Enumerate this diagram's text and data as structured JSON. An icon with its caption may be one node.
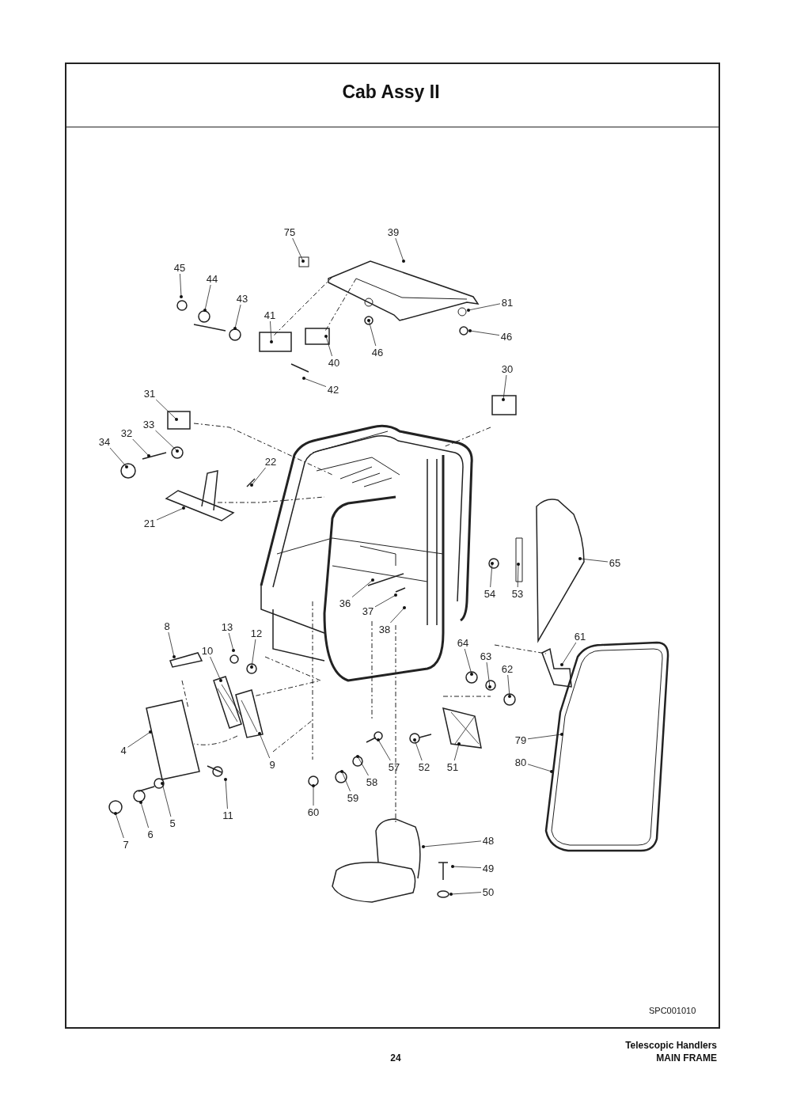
{
  "diagram": {
    "title": "Cab Assy II",
    "nodes": [
      {
        "text": [
          "75"
        ]
      },
      {
        "text": [
          "39"
        ]
      },
      {
        "text": [
          "45"
        ]
      },
      {
        "text": [
          "44"
        ]
      },
      {
        "text": [
          "43"
        ]
      },
      {
        "text": [
          "41"
        ]
      },
      {
        "text": [
          "81"
        ]
      },
      {
        "text": [
          "46"
        ]
      },
      {
        "text": [
          "46"
        ]
      },
      {
        "text": [
          "40"
        ]
      },
      {
        "text": [
          "42"
        ]
      },
      {
        "text": [
          "30"
        ]
      },
      {
        "text": [
          "31"
        ]
      },
      {
        "text": [
          "33"
        ]
      },
      {
        "text": [
          "32"
        ]
      },
      {
        "text": [
          "34"
        ]
      },
      {
        "text": [
          "22"
        ]
      },
      {
        "text": [
          "21"
        ]
      },
      {
        "text": [
          "65"
        ]
      },
      {
        "text": [
          "54"
        ]
      },
      {
        "text": [
          "53"
        ]
      },
      {
        "text": [
          "36"
        ]
      },
      {
        "text": [
          "37"
        ]
      },
      {
        "text": [
          "38"
        ]
      },
      {
        "text": [
          "8"
        ]
      },
      {
        "text": [
          "13"
        ]
      },
      {
        "text": [
          "12"
        ]
      },
      {
        "text": [
          "61"
        ]
      },
      {
        "text": [
          "64"
        ]
      },
      {
        "text": [
          "63"
        ]
      },
      {
        "text": [
          "62"
        ]
      },
      {
        "text": [
          "10"
        ]
      },
      {
        "text": [
          "4"
        ]
      },
      {
        "text": [
          "9"
        ]
      },
      {
        "text": [
          "79"
        ]
      },
      {
        "text": [
          "80"
        ]
      },
      {
        "text": [
          "52"
        ]
      },
      {
        "text": [
          "51"
        ]
      },
      {
        "text": [
          "57"
        ]
      },
      {
        "text": [
          "58"
        ]
      },
      {
        "text": [
          "59"
        ]
      },
      {
        "text": [
          "60"
        ]
      },
      {
        "text": [
          "11"
        ]
      },
      {
        "text": [
          "5"
        ]
      },
      {
        "text": [
          "6"
        ]
      },
      {
        "text": [
          "7"
        ]
      },
      {
        "text": [
          "48"
        ]
      },
      {
        "text": [
          "49"
        ]
      },
      {
        "text": [
          "50"
        ]
      }
    ],
    "edges": [
      {
        "from": 0,
        "to": null,
        "arrow": "other"
      },
      {
        "from": 1,
        "to": null,
        "arrow": "other"
      },
      {
        "from": 2,
        "to": null,
        "arrow": "other"
      },
      {
        "from": 3,
        "to": null,
        "arrow": "other"
      },
      {
        "from": 4,
        "to": null,
        "arrow": "other"
      },
      {
        "from": 5,
        "to": null,
        "arrow": "other"
      },
      {
        "from": 6,
        "to": null,
        "arrow": "other"
      },
      {
        "from": 7,
        "to": null,
        "arrow": "other"
      },
      {
        "from": 8,
        "to": null,
        "arrow": "other"
      },
      {
        "from": 9,
        "to": null,
        "arrow": "other"
      },
      {
        "from": 10,
        "to": null,
        "arrow": "other"
      },
      {
        "from": 11,
        "to": null,
        "arrow": "other"
      },
      {
        "from": 12,
        "to": null,
        "arrow": "other"
      },
      {
        "from": 13,
        "to": null,
        "arrow": "other"
      },
      {
        "from": 14,
        "to": null,
        "arrow": "other"
      },
      {
        "from": 15,
        "to": null,
        "arrow": "other"
      },
      {
        "from": 16,
        "to": null,
        "arrow": "other"
      },
      {
        "from": 17,
        "to": null,
        "arrow": "other"
      },
      {
        "from": 18,
        "to": null,
        "arrow": "other"
      },
      {
        "from": 19,
        "to": null,
        "arrow": "other"
      },
      {
        "from": 20,
        "to": null,
        "arrow": "other"
      },
      {
        "from": 21,
        "to": null,
        "arrow": "other"
      },
      {
        "from": 22,
        "to": null,
        "arrow": "other"
      },
      {
        "from": 23,
        "to": null,
        "arrow": "other"
      },
      {
        "from": 24,
        "to": null,
        "arrow": "other"
      },
      {
        "from": 25,
        "to": null,
        "arrow": "other"
      },
      {
        "from": 26,
        "to": null,
        "arrow": "other"
      },
      {
        "from": 27,
        "to": null,
        "arrow": "other"
      },
      {
        "from": 28,
        "to": null,
        "arrow": "other"
      },
      {
        "from": 29,
        "to": null,
        "arrow": "other"
      },
      {
        "from": 30,
        "to": null,
        "arrow": "other"
      },
      {
        "from": 31,
        "to": null,
        "arrow": "other"
      },
      {
        "from": 32,
        "to": null,
        "arrow": "other"
      },
      {
        "from": 33,
        "to": null,
        "arrow": "other"
      },
      {
        "from": 34,
        "to": null,
        "arrow": "other"
      },
      {
        "from": 35,
        "to": null,
        "arrow": "other"
      },
      {
        "from": 36,
        "to": null,
        "arrow": "other"
      },
      {
        "from": 37,
        "to": null,
        "arrow": "other"
      },
      {
        "from": 38,
        "to": null,
        "arrow": "other"
      },
      {
        "from": 39,
        "to": null,
        "arrow": "other"
      },
      {
        "from": 40,
        "to": null,
        "arrow": "other"
      },
      {
        "from": 41,
        "to": null,
        "arrow": "other"
      },
      {
        "from": 42,
        "to": null,
        "arrow": "other"
      },
      {
        "from": 43,
        "to": null,
        "arrow": "other"
      },
      {
        "from": 44,
        "to": null,
        "arrow": "other"
      },
      {
        "from": 45,
        "to": null,
        "arrow": "other"
      },
      {
        "from": 46,
        "to": null,
        "arrow": "other"
      },
      {
        "from": 47,
        "to": null,
        "arrow": "other"
      },
      {
        "from": 48,
        "to": null,
        "arrow": "other"
      }
    ],
    "labels": [
      "SPC001010",
      "Telescopic Handlers",
      "24",
      "MAIN FRAME"
    ]
  }
}
